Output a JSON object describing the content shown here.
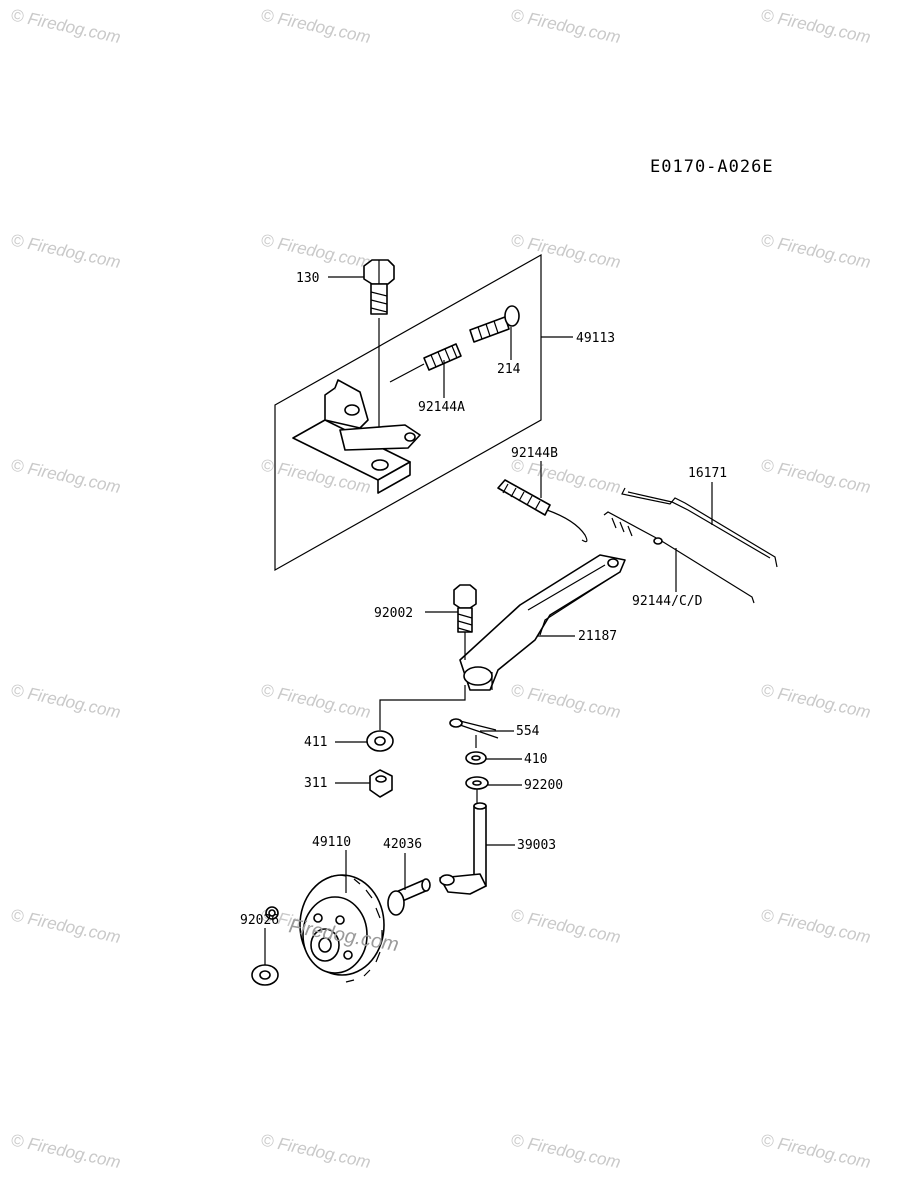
{
  "diagram_code": "E0170-A026E",
  "watermark": "© Firedog.com",
  "watermark_overlay": "Firedog.com",
  "parts": {
    "p130": "130",
    "p49113": "49113",
    "p214": "214",
    "p92144A": "92144A",
    "p92144B": "92144B",
    "p16171": "16171",
    "p92144CD": "92144/C/D",
    "p92002": "92002",
    "p21187": "21187",
    "p554": "554",
    "p411": "411",
    "p410": "410",
    "p311": "311",
    "p92200": "92200",
    "p49110": "49110",
    "p42036": "42036",
    "p39003": "39003",
    "p92026": "92026"
  }
}
